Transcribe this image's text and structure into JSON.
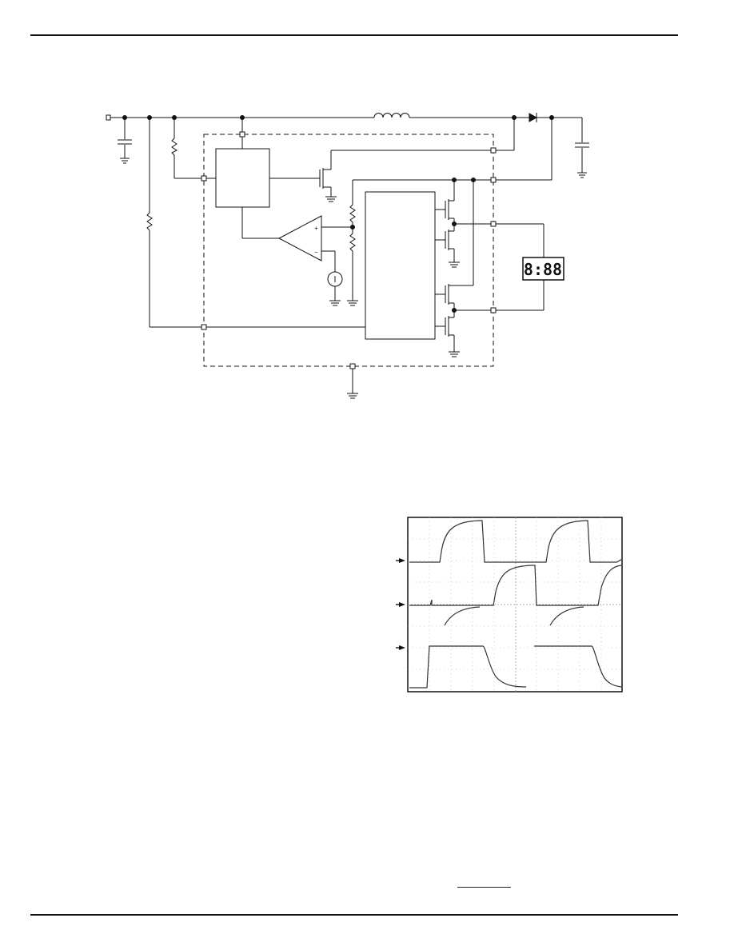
{
  "document": {
    "segment_display": "8:88"
  },
  "waveform_figure": {
    "channel_markers": [
      "arrow-1",
      "arrow-2",
      "arrow-3"
    ]
  }
}
